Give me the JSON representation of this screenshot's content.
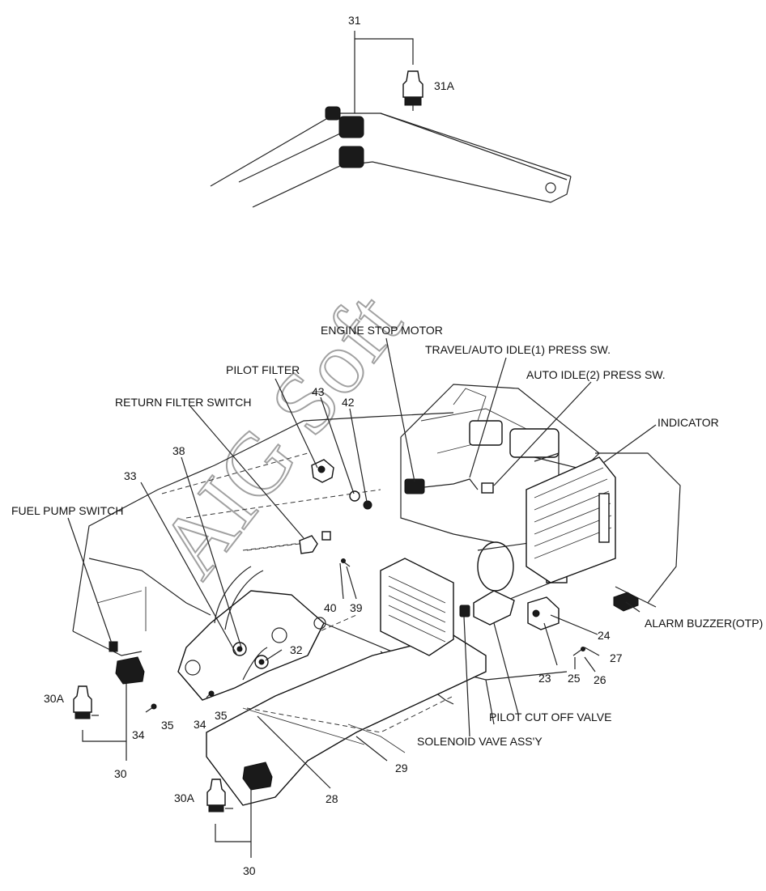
{
  "labels": {
    "engine_stop_motor": "ENGINE STOP MOTOR",
    "travel_auto_idle_1": "TRAVEL/AUTO IDLE(1) PRESS SW.",
    "auto_idle_2": "AUTO IDLE(2) PRESS SW.",
    "pilot_filter": "PILOT FILTER",
    "indicator": "INDICATOR",
    "return_filter_switch": "RETURN FILTER SWITCH",
    "fuel_pump_switch": "FUEL PUMP SWITCH",
    "alarm_buzzer": "ALARM BUZZER(OTP)",
    "pilot_cut_off_valve": "PILOT CUT OFF VALVE",
    "solenoid_valve_assy": "SOLENOID VAVE ASS'Y"
  },
  "part_numbers": {
    "p31": "31",
    "p31a": "31A",
    "p43": "43",
    "p42": "42",
    "p38": "38",
    "p33": "33",
    "p40": "40",
    "p39": "39",
    "p32": "32",
    "p24": "24",
    "p27": "27",
    "p23": "23",
    "p25": "25",
    "p26": "26",
    "p30a_left": "30A",
    "p34_left": "34",
    "p35_left": "35",
    "p34_mid": "34",
    "p35_mid": "35",
    "p30_left": "30",
    "p29": "29",
    "p28": "28",
    "p30a_bottom": "30A",
    "p30_bottom": "30"
  },
  "watermark": "AIG Soft"
}
